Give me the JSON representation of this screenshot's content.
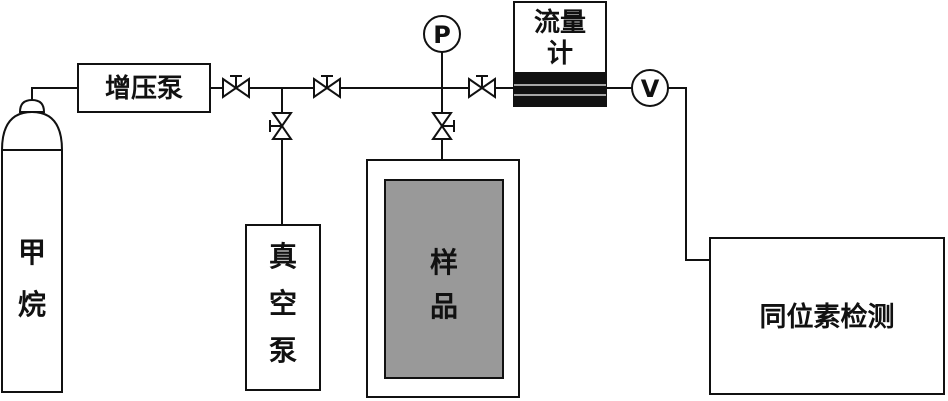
{
  "labels": {
    "methane_cyl": [
      "甲",
      "烷"
    ],
    "booster_pump": "增压泵",
    "vacuum_pump": [
      "真",
      "空",
      "泵"
    ],
    "sample": [
      "样",
      "品"
    ],
    "flow_meter": [
      "流量",
      "计"
    ],
    "pressure_gauge": "P",
    "volume_gauge": "V",
    "isotope_detect": "同位素检测"
  },
  "colors": {
    "line": "#111111",
    "sample_fill": "#999999",
    "flowmeter_band": "#111111",
    "background": "#ffffff"
  }
}
